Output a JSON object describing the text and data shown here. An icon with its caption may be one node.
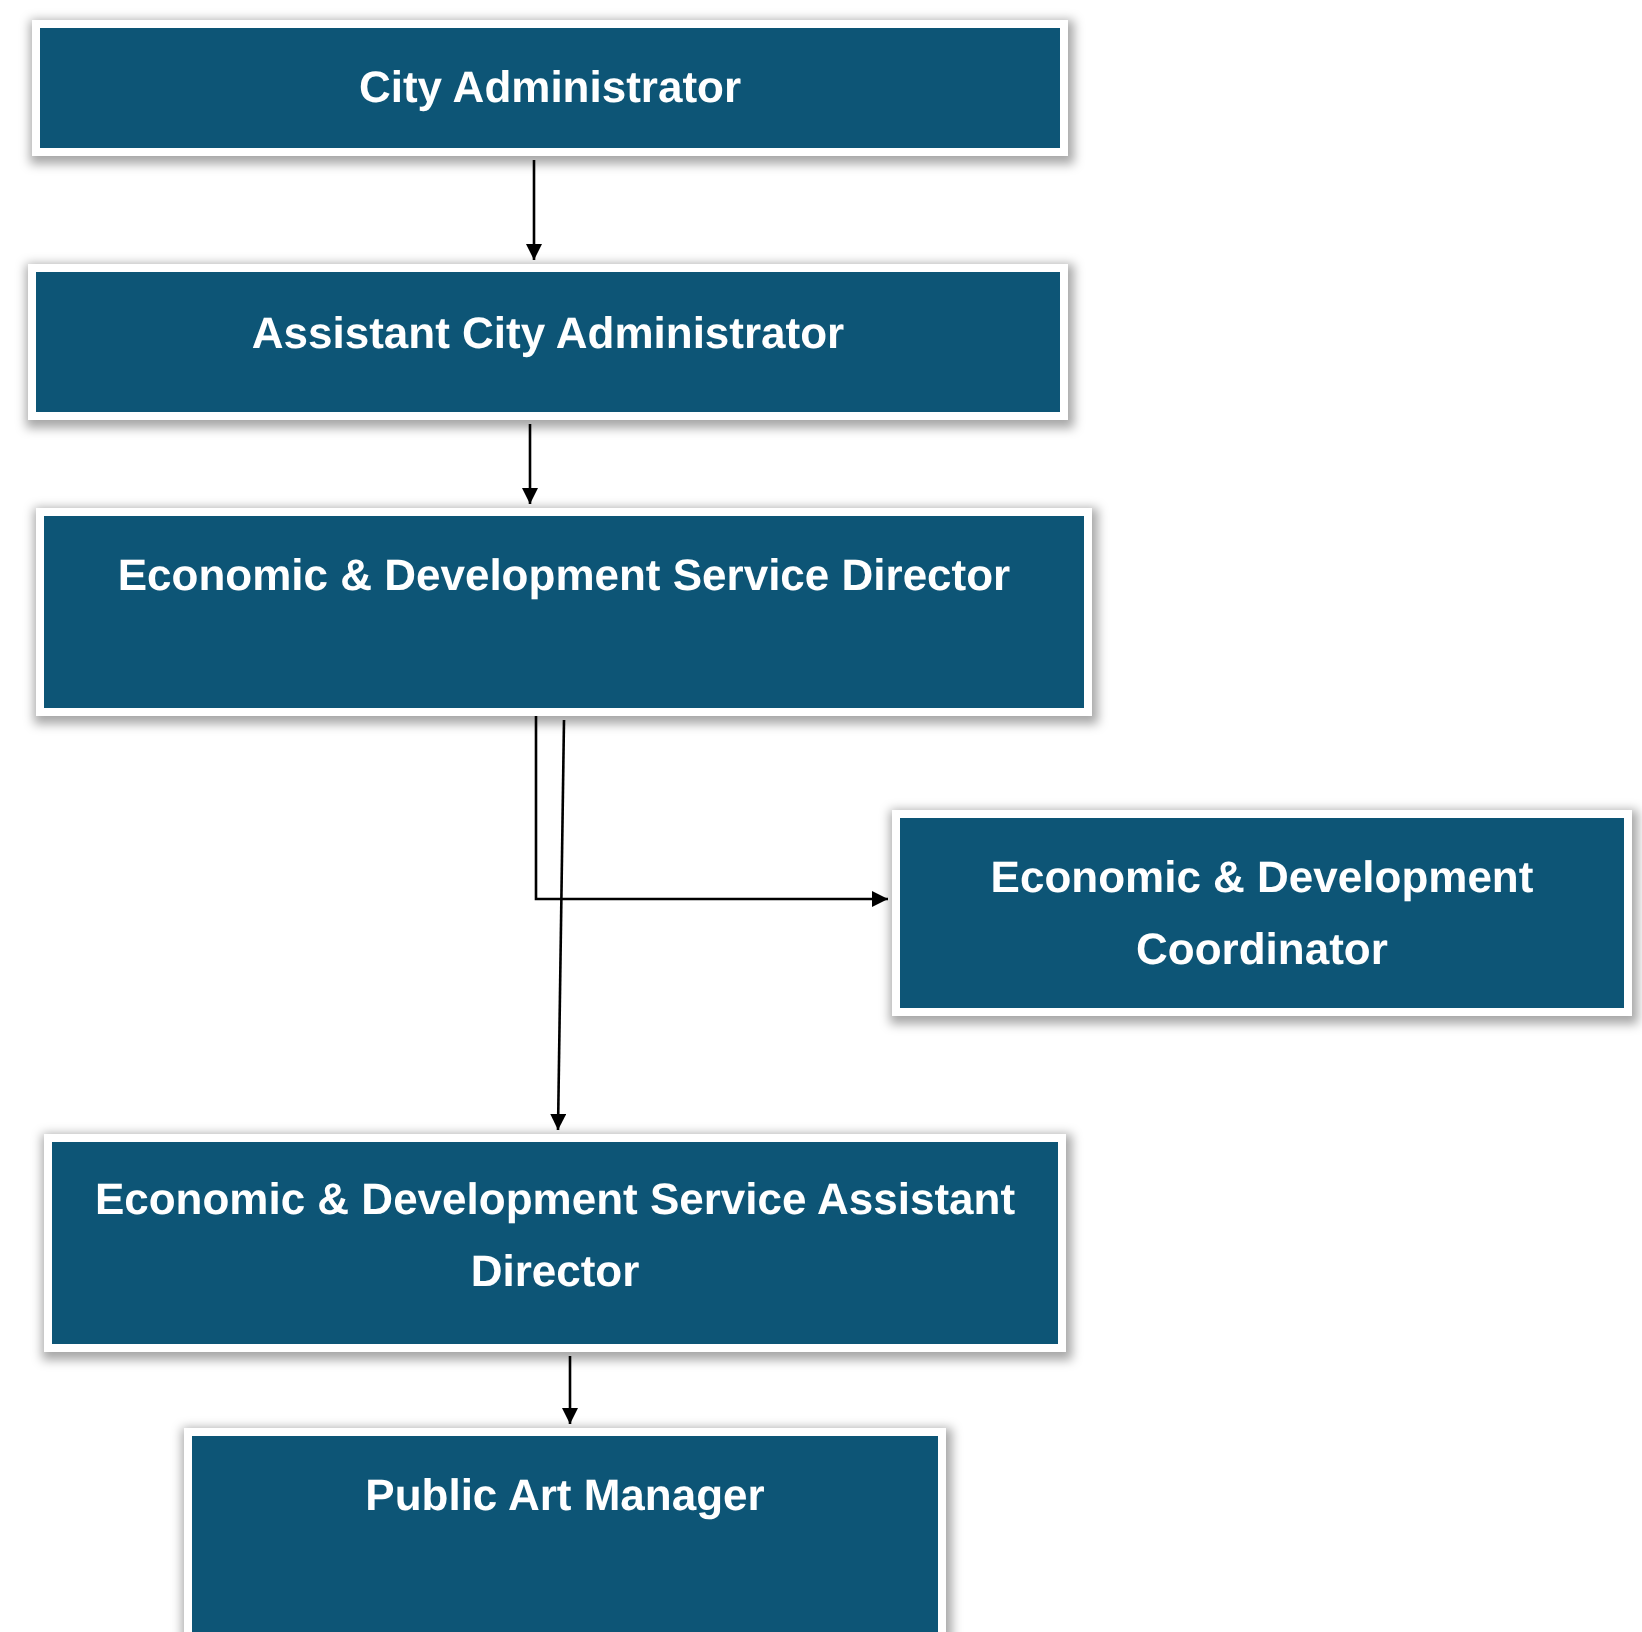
{
  "diagram": {
    "nodes": [
      {
        "text": [
          "City Administrator"
        ]
      },
      {
        "text": [
          "Assistant City Administrator"
        ]
      },
      {
        "text": [
          "Economic & Development Service Director"
        ]
      },
      {
        "text": [
          "Economic & Development Coordinator"
        ]
      },
      {
        "text": [
          "Economic & Development Service Assistant Director"
        ]
      },
      {
        "text": [
          "Public Art Manager"
        ]
      }
    ],
    "edges": [
      {
        "from": 0,
        "to": 1,
        "arrow": "to"
      },
      {
        "from": 1,
        "to": 2,
        "arrow": "to"
      },
      {
        "from": 2,
        "to": 3,
        "arrow": "to"
      },
      {
        "from": 2,
        "to": 4,
        "arrow": "to"
      },
      {
        "from": 4,
        "to": 5,
        "arrow": "to"
      }
    ]
  }
}
